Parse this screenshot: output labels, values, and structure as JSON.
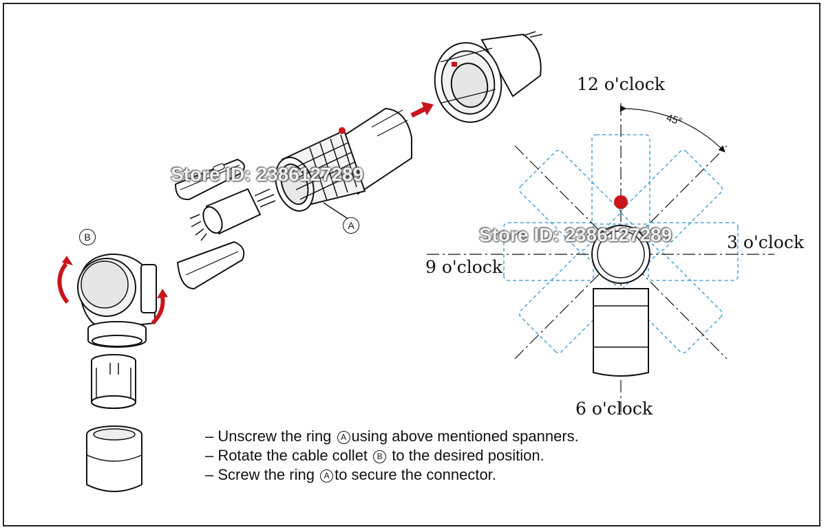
{
  "labels": {
    "clock_12": "12 o'clock",
    "clock_3": "3 o'clock",
    "clock_6": "6 o'clock",
    "clock_9": "9 o'clock",
    "angle": "45°",
    "callout_a": "A",
    "callout_b": "B"
  },
  "instructions": [
    {
      "before": "– Unscrew the ring",
      "marker": "A",
      "after": "using above mentioned spanners."
    },
    {
      "before": "– Rotate the cable collet",
      "marker": "B",
      "after": "to the desired position."
    },
    {
      "before": "– Screw the ring",
      "marker": "A",
      "after": "to secure the connector."
    }
  ],
  "watermark": "Store ID: 2386127289",
  "colors": {
    "arrow_red": "#c8151b",
    "dashed_blue": "#4aa3d8",
    "line": "#111111"
  }
}
